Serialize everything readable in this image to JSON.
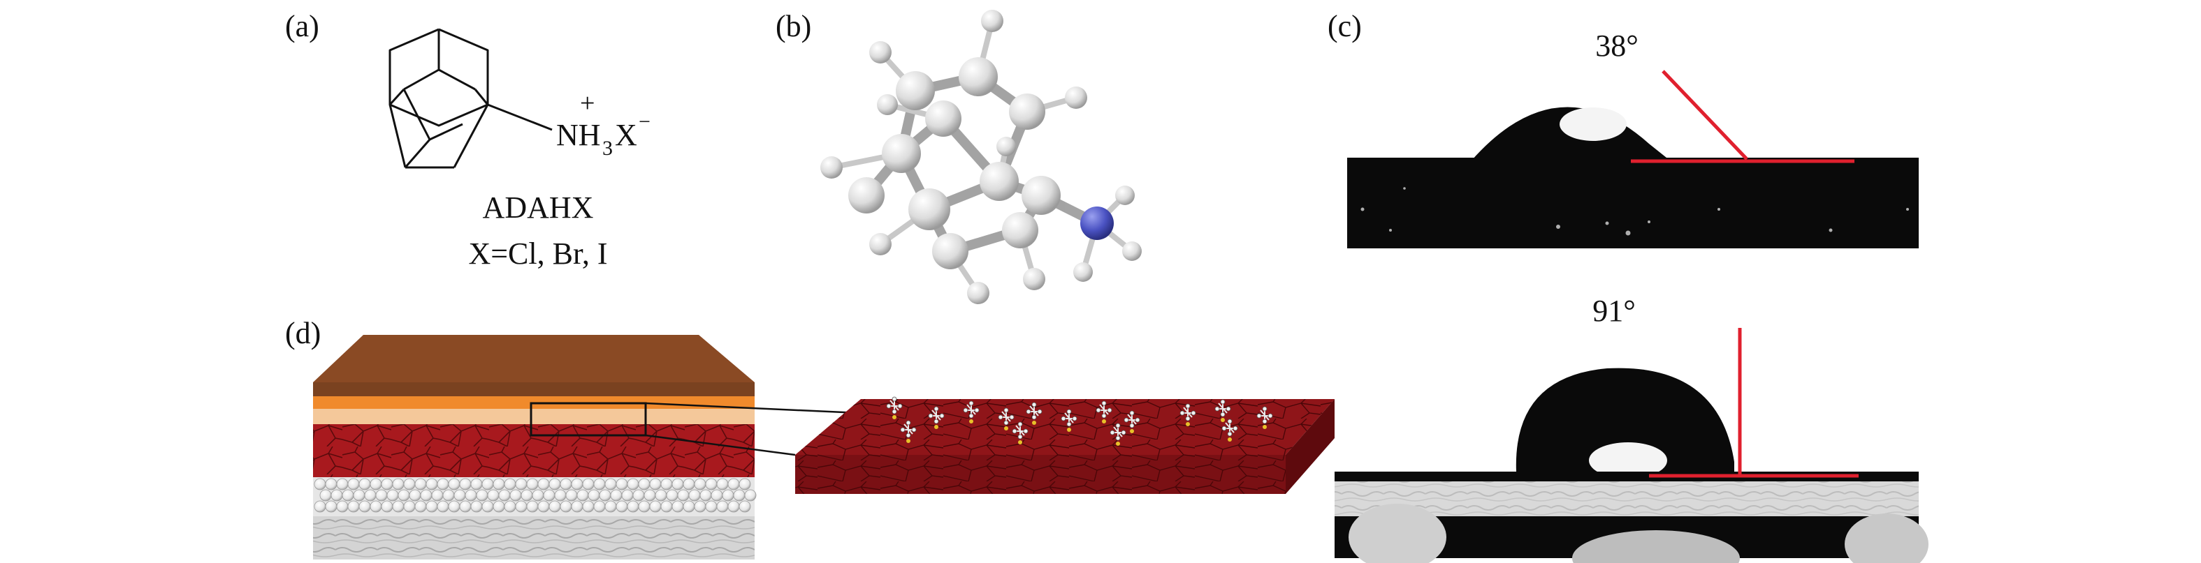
{
  "panels": {
    "a": {
      "label": "(a)",
      "charge": "+",
      "group_main": "NH",
      "group_sub": "3",
      "group_x": "X",
      "group_sup": "−",
      "name": "ADAHX",
      "variants": "X=Cl, Br, I"
    },
    "b": {
      "label": "(b)"
    },
    "c": {
      "label": "(c)",
      "top_angle": "38°",
      "bottom_angle": "91°",
      "accent": "#e0202e"
    },
    "d": {
      "label": "(d)",
      "layer_colors": {
        "top": "#8a4a24",
        "orange": "#f08a2c",
        "peach": "#f4c89a",
        "perovskite": "#a8191e",
        "spheres": "#e9e9e9",
        "substrate": "#cfcfcf"
      }
    }
  }
}
